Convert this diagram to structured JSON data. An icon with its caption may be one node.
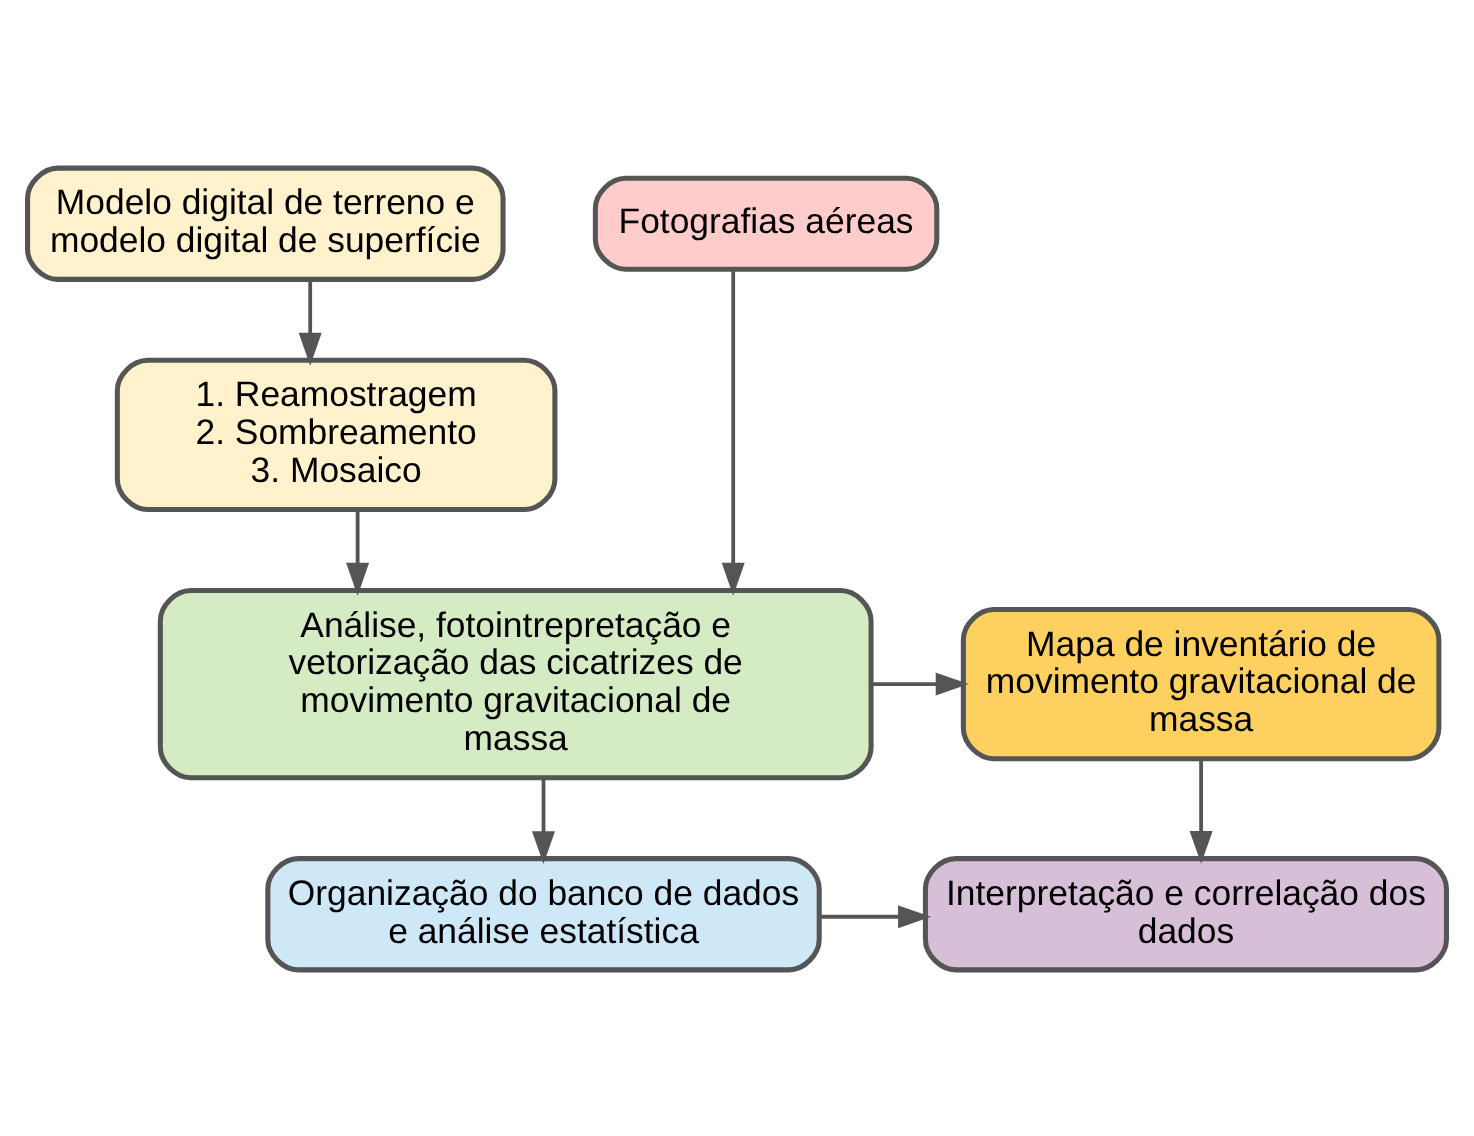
{
  "diagram": {
    "nodes": [
      {
        "text": [
          "Modelo digital de terreno e modelo digital de superfície"
        ]
      },
      {
        "text": [
          "Fotografias aéreas"
        ]
      },
      {
        "text": [
          "1. Reamostragem",
          "2. Sombreamento",
          "3. Mosaico"
        ]
      },
      {
        "text": [
          "Análise, fotointrepretação e vetorização das cicatrizes de movimento gravitacional de massa"
        ]
      },
      {
        "text": [
          "Mapa de inventário de movimento gravitacional de massa"
        ]
      },
      {
        "text": [
          "Organização do banco de dados e análise estatística"
        ]
      },
      {
        "text": [
          "Interpretação e correlação dos dados"
        ]
      }
    ],
    "edges": [
      {
        "from": 0,
        "to": 2,
        "arrow": "to"
      },
      {
        "from": 2,
        "to": 3,
        "arrow": "to"
      },
      {
        "from": 1,
        "to": 3,
        "arrow": "to"
      },
      {
        "from": 3,
        "to": 4,
        "arrow": "to"
      },
      {
        "from": 3,
        "to": 5,
        "arrow": "to"
      },
      {
        "from": 4,
        "to": 6,
        "arrow": "to"
      },
      {
        "from": 5,
        "to": 6,
        "arrow": "to"
      }
    ]
  }
}
